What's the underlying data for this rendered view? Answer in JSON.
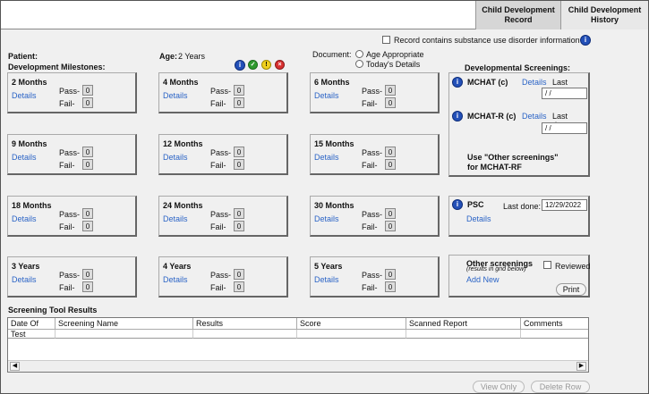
{
  "tabs": [
    {
      "label_line1": "Child Development",
      "label_line2": "Record"
    },
    {
      "label_line1": "Child Development",
      "label_line2": "History"
    }
  ],
  "substance_label": "Record contains substance use disorder information",
  "patient_label": "Patient:",
  "milestones_label": "Development Milestones:",
  "age_label": "Age:",
  "age_value": "2 Years",
  "document_label": "Document:",
  "doc_options": [
    "Age Appropriate",
    "Today's Details"
  ],
  "status_icons": {
    "info": "i",
    "ok": "✓",
    "warn": "!",
    "err": "×"
  },
  "milestones": [
    {
      "title": "2 Months",
      "details": "Details",
      "pass_label": "Pass-",
      "fail_label": "Fail-",
      "pass": "0",
      "fail": "0"
    },
    {
      "title": "4 Months",
      "details": "Details",
      "pass_label": "Pass-",
      "fail_label": "Fail-",
      "pass": "0",
      "fail": "0"
    },
    {
      "title": "6 Months",
      "details": "Details",
      "pass_label": "Pass-",
      "fail_label": "Fail-",
      "pass": "0",
      "fail": "0"
    },
    {
      "title": "9 Months",
      "details": "Details",
      "pass_label": "Pass-",
      "fail_label": "Fail-",
      "pass": "0",
      "fail": "0"
    },
    {
      "title": "12 Months",
      "details": "Details",
      "pass_label": "Pass-",
      "fail_label": "Fail-",
      "pass": "0",
      "fail": "0"
    },
    {
      "title": "15 Months",
      "details": "Details",
      "pass_label": "Pass-",
      "fail_label": "Fail-",
      "pass": "0",
      "fail": "0"
    },
    {
      "title": "18 Months",
      "details": "Details",
      "pass_label": "Pass-",
      "fail_label": "Fail-",
      "pass": "0",
      "fail": "0"
    },
    {
      "title": "24 Months",
      "details": "Details",
      "pass_label": "Pass-",
      "fail_label": "Fail-",
      "pass": "0",
      "fail": "0"
    },
    {
      "title": "30 Months",
      "details": "Details",
      "pass_label": "Pass-",
      "fail_label": "Fail-",
      "pass": "0",
      "fail": "0"
    },
    {
      "title": "3 Years",
      "details": "Details",
      "pass_label": "Pass-",
      "fail_label": "Fail-",
      "pass": "0",
      "fail": "0"
    },
    {
      "title": "4 Years",
      "details": "Details",
      "pass_label": "Pass-",
      "fail_label": "Fail-",
      "pass": "0",
      "fail": "0"
    },
    {
      "title": "5 Years",
      "details": "Details",
      "pass_label": "Pass-",
      "fail_label": "Fail-",
      "pass": "0",
      "fail": "0"
    }
  ],
  "screenings": {
    "title": "Developmental Screenings:",
    "mchat": {
      "name": "MCHAT (c)",
      "details": "Details",
      "last_done_label": "Last done:",
      "last_done": "/ /"
    },
    "mchat_r": {
      "name": "MCHAT-R (c)",
      "details": "Details",
      "last_done_label": "Last done:",
      "last_done": "/ /"
    },
    "note_line1": "Use \"Other screenings\"",
    "note_line2": "for MCHAT-RF",
    "psc": {
      "name": "PSC",
      "details": "Details",
      "last_done_label": "Last done:",
      "last_done": "12/29/2022"
    },
    "other": {
      "title": "Other screenings",
      "subtitle": "(results in grid below)",
      "reviewed_label": "Reviewed",
      "add_new": "Add New",
      "print": "Print"
    }
  },
  "results": {
    "title": "Screening Tool Results",
    "columns": [
      "Date Of Test",
      "Screening Name",
      "Results",
      "Score",
      "Scanned Report",
      "Comments"
    ]
  },
  "footer": {
    "view_only": "View Only",
    "delete_row": "Delete Row"
  },
  "scroll": {
    "left": "◀",
    "right": "▶"
  }
}
